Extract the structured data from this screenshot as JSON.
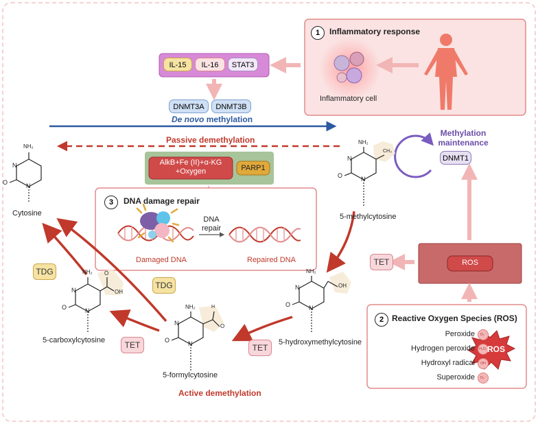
{
  "inflammation": {
    "number": "1",
    "title": "Inflammatory response",
    "cell_label": "Inflammatory cell"
  },
  "cytokines": [
    "IL-15",
    "IL-16",
    "STAT3"
  ],
  "dnmts": [
    "DNMT3A",
    "DNMT3B"
  ],
  "de_novo": {
    "italic": "De novo",
    "rest": "methylation"
  },
  "passive_label": "Passive demethylation",
  "active_label": "Active demethylation",
  "methylation_maintenance": {
    "line1": "Methylation",
    "line2": "maintenance",
    "enzyme": "DNMT1"
  },
  "repair_enzymes": {
    "alkb_line1": "AlkB+Fe (II)+α-KG",
    "alkb_line2": "+Oxygen",
    "parp": "PARP1"
  },
  "dna_repair": {
    "number": "3",
    "title": "DNA damage repair",
    "arrow_line1": "DNA",
    "arrow_line2": "repair",
    "damaged": "Damaged DNA",
    "repaired": "Repaired DNA"
  },
  "ros": {
    "number": "2",
    "title": "Reactive Oxygen Species (ROS)",
    "box_label": "ROS",
    "burst_label": "ROS",
    "species": [
      {
        "name": "Peroxide",
        "symbol": "O₂⁻"
      },
      {
        "name": "Hydrogen peroxide",
        "symbol": "H₂O₂"
      },
      {
        "name": "Hydroxyl radical",
        "symbol": "OH"
      },
      {
        "name": "Superoxide",
        "symbol": "O₂⁻"
      }
    ]
  },
  "molecules": {
    "cytosine": "Cytosine",
    "methylcytosine": "5-methylcytosine",
    "hmc": "5-hydroxymethylcytosine",
    "fc": "5-formylcytosine",
    "cac": "5-carboxylcytosine"
  },
  "atoms": {
    "nh2": "NH₂",
    "n": "N",
    "o": "O",
    "ch3": "CH₃",
    "oh": "OH",
    "h": "H",
    "cooh": "OH"
  },
  "enzymes": {
    "tet": "TET",
    "tdg": "TDG"
  },
  "colors": {
    "pink_box": "#fbe3e3",
    "pink_border": "#e38a8a",
    "red_arrow": "#c0392b",
    "blue_arrow": "#2c5aa0",
    "light_arrow": "#f2b5b5",
    "cytokine_bar": "#c770c7",
    "alkb_red": "#d04a4a",
    "parp_gold": "#e0a93a",
    "green_bar": "#a7c49a",
    "ros_box": "#c96a6a",
    "purple": "#6b4fa8"
  }
}
